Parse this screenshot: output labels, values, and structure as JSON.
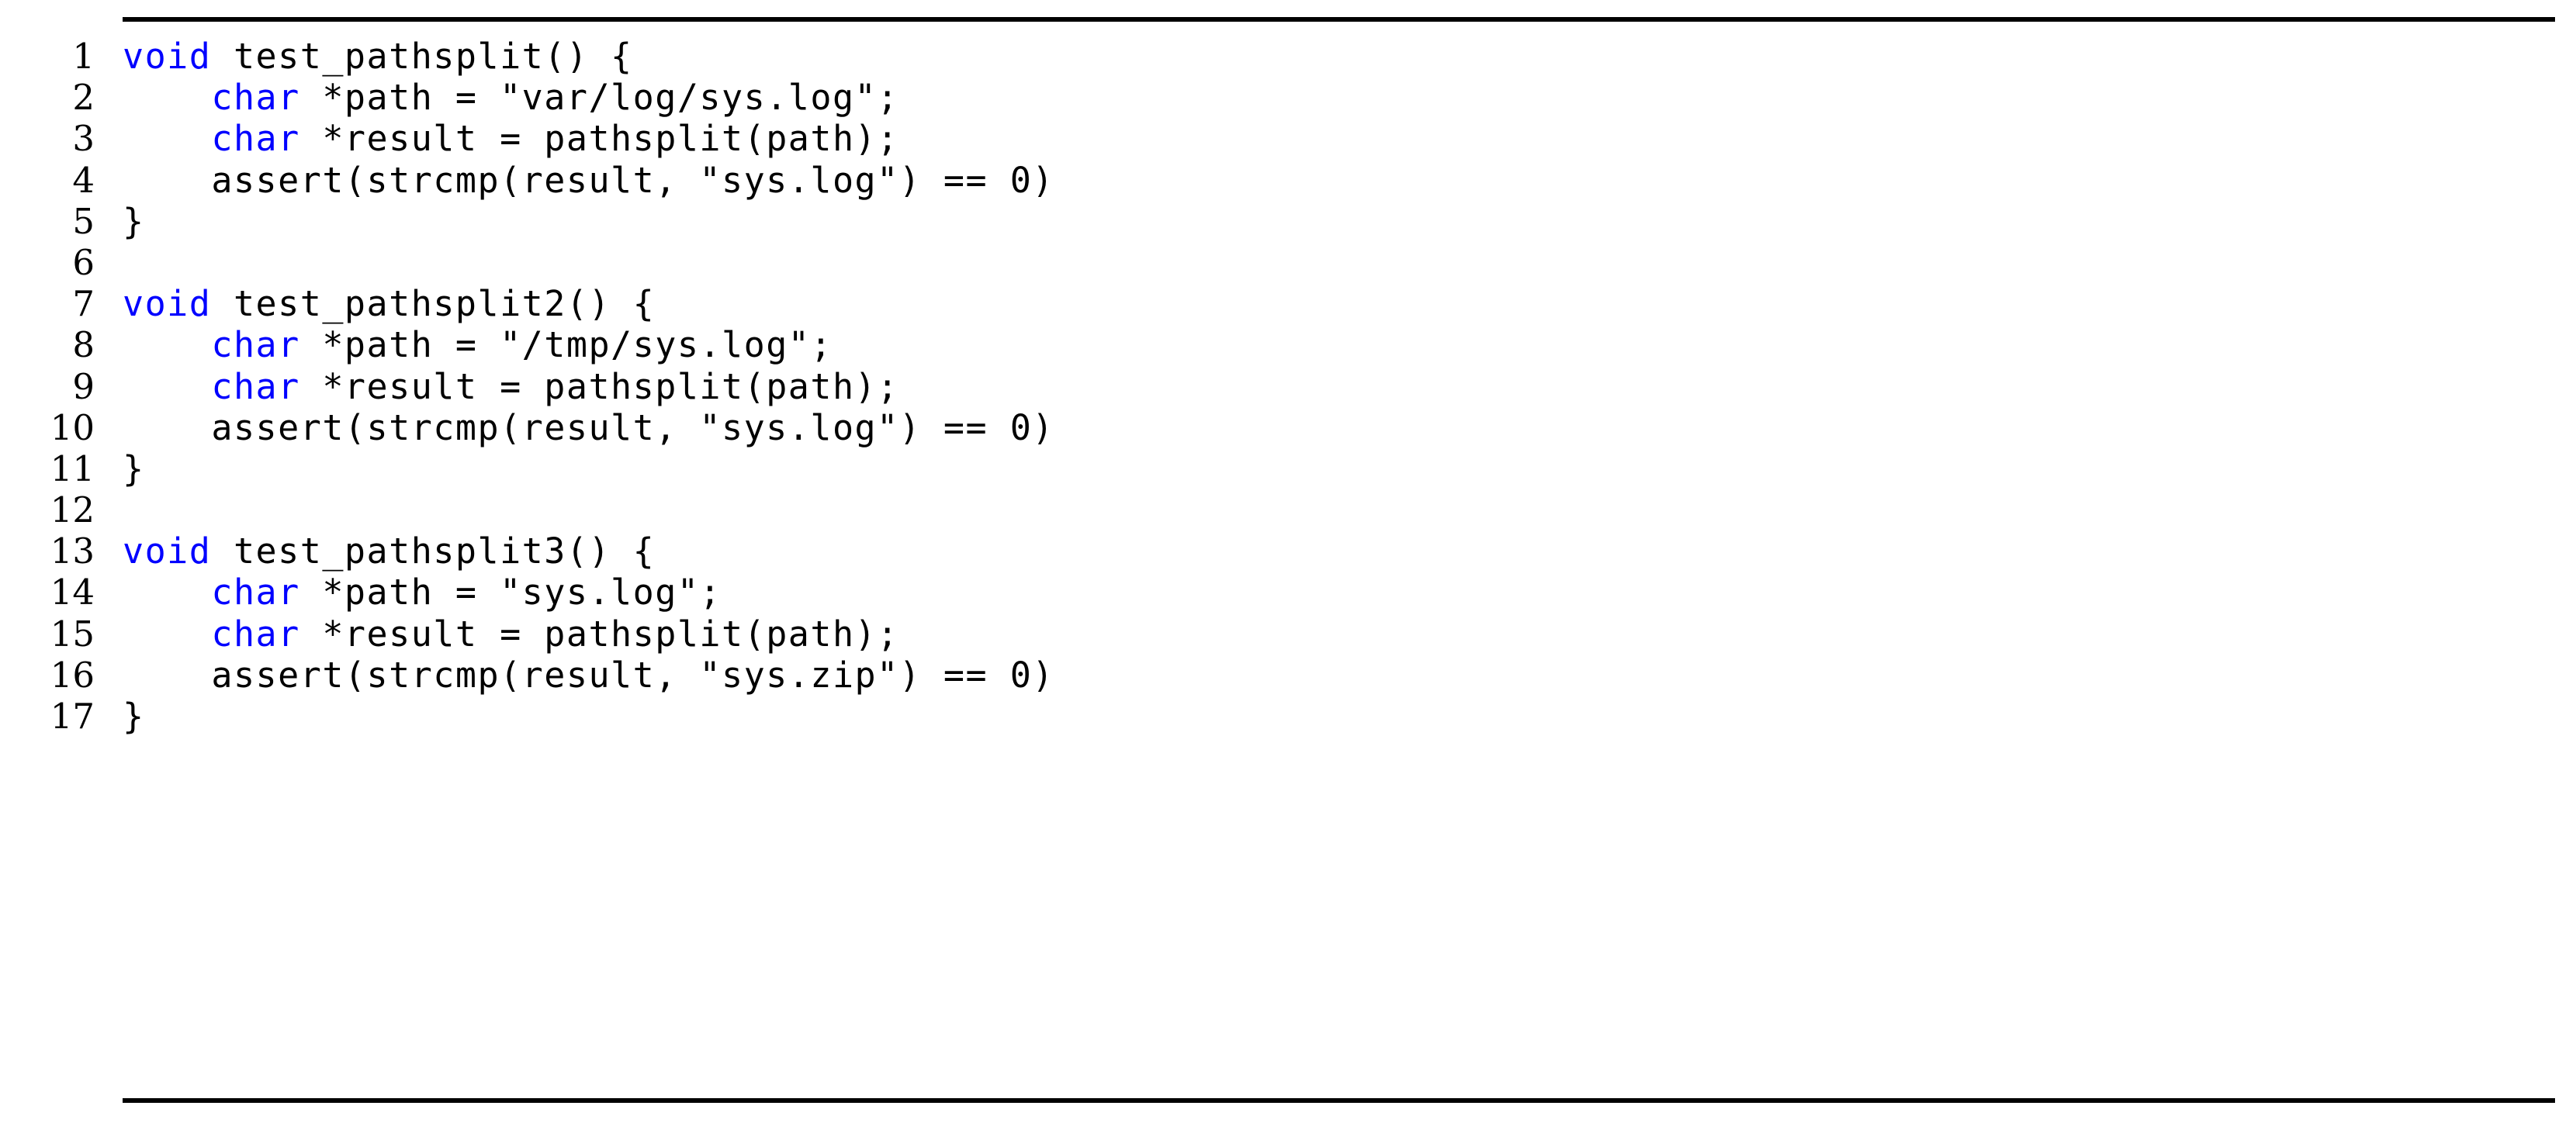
{
  "listing": {
    "language": "C",
    "keyword_color": "#0000FF",
    "text_color": "#000000",
    "background_color": "#FFFFFF",
    "rule_color": "#000000",
    "has_top_rule": true,
    "has_bottom_rule": true,
    "line_count": 17,
    "keywords": [
      "void",
      "char"
    ],
    "lines": [
      {
        "number": "1",
        "keyword": "void",
        "rest": " test_pathsplit() {"
      },
      {
        "number": "2",
        "indent": "    ",
        "keyword": "char",
        "rest": " *path = \"var/log/sys.log\";"
      },
      {
        "number": "3",
        "indent": "    ",
        "keyword": "char",
        "rest": " *result = pathsplit(path);"
      },
      {
        "number": "4",
        "indent": "    ",
        "keyword": "",
        "rest": "assert(strcmp(result, \"sys.log\") == 0)"
      },
      {
        "number": "5",
        "indent": "",
        "keyword": "",
        "rest": "}"
      },
      {
        "number": "6",
        "indent": "",
        "keyword": "",
        "rest": ""
      },
      {
        "number": "7",
        "keyword": "void",
        "rest": " test_pathsplit2() {"
      },
      {
        "number": "8",
        "indent": "    ",
        "keyword": "char",
        "rest": " *path = \"/tmp/sys.log\";"
      },
      {
        "number": "9",
        "indent": "    ",
        "keyword": "char",
        "rest": " *result = pathsplit(path);"
      },
      {
        "number": "10",
        "indent": "    ",
        "keyword": "",
        "rest": "assert(strcmp(result, \"sys.log\") == 0)"
      },
      {
        "number": "11",
        "indent": "",
        "keyword": "",
        "rest": "}"
      },
      {
        "number": "12",
        "indent": "",
        "keyword": "",
        "rest": ""
      },
      {
        "number": "13",
        "keyword": "void",
        "rest": " test_pathsplit3() {"
      },
      {
        "number": "14",
        "indent": "    ",
        "keyword": "char",
        "rest": " *path = \"sys.log\";"
      },
      {
        "number": "15",
        "indent": "    ",
        "keyword": "char",
        "rest": " *result = pathsplit(path);"
      },
      {
        "number": "16",
        "indent": "    ",
        "keyword": "",
        "rest": "assert(strcmp(result, \"sys.zip\") == 0)"
      },
      {
        "number": "17",
        "indent": "",
        "keyword": "",
        "rest": "}"
      }
    ]
  }
}
